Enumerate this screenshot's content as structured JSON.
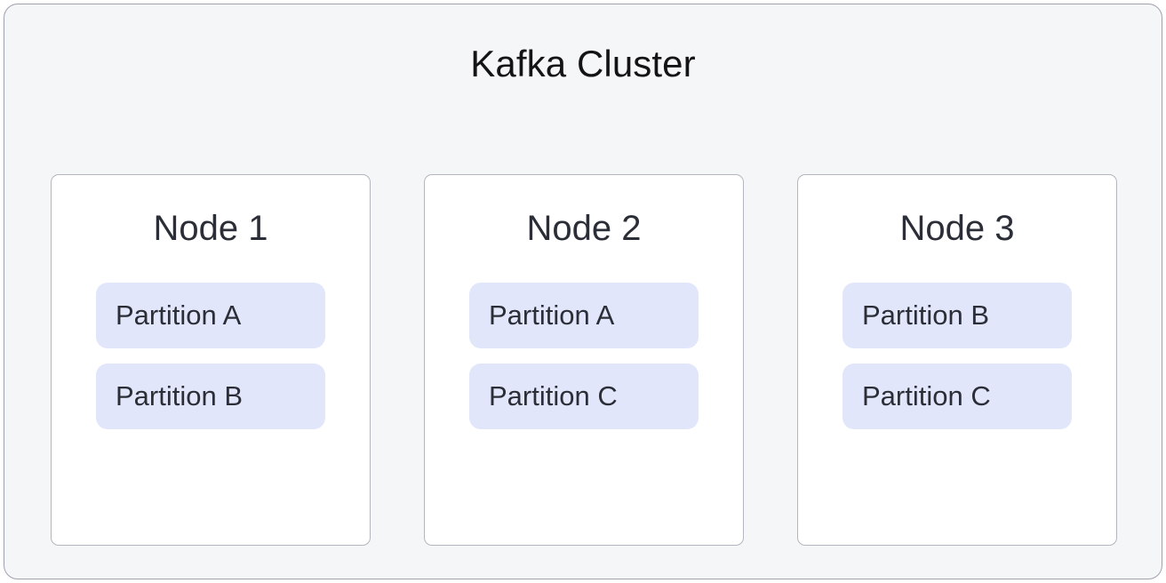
{
  "cluster": {
    "title": "Kafka Cluster",
    "background_color": "#f5f6f8",
    "border_color": "#9ea2ad"
  },
  "node_card_style": {
    "background_color": "#ffffff",
    "border_color": "#b3b6be"
  },
  "partition_style": {
    "background_color": "#e2e6fb",
    "text_color": "#2b2e37"
  },
  "nodes": [
    {
      "label": "Node 1",
      "partitions": [
        {
          "label": "Partition A"
        },
        {
          "label": "Partition B"
        }
      ]
    },
    {
      "label": "Node 2",
      "partitions": [
        {
          "label": "Partition A"
        },
        {
          "label": "Partition C"
        }
      ]
    },
    {
      "label": "Node 3",
      "partitions": [
        {
          "label": "Partition B"
        },
        {
          "label": "Partition C"
        }
      ]
    }
  ]
}
